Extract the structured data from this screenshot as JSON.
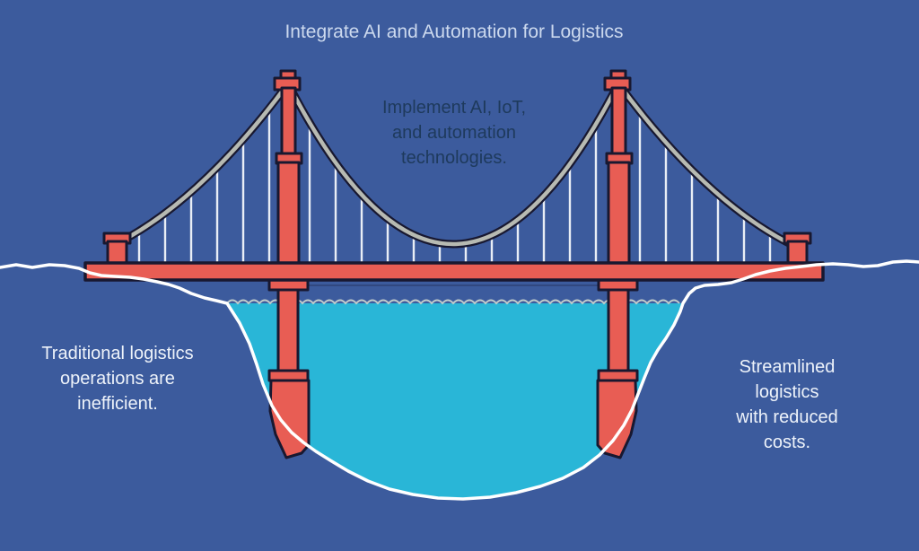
{
  "title": "Integrate AI and Automation for Logistics",
  "labels": {
    "center": "Implement AI, IoT,\nand automation\ntechnologies.",
    "left": "Traditional logistics\noperations are\ninefficient.",
    "right": "Streamlined logistics\nwith reduced costs."
  },
  "colors": {
    "background": "#3c5b9d",
    "bridge_red": "#e85d54",
    "outline_dark": "#181830",
    "cable_gray": "#b7bab2",
    "suspender_white": "#e9eef6",
    "water_cyan": "#29b6d7",
    "wave_line": "#c2cccb",
    "shoreline_white": "#ffffff",
    "title_text": "#ccd9ee",
    "center_text": "#1e3a5c",
    "side_text": "#eef3fa"
  }
}
